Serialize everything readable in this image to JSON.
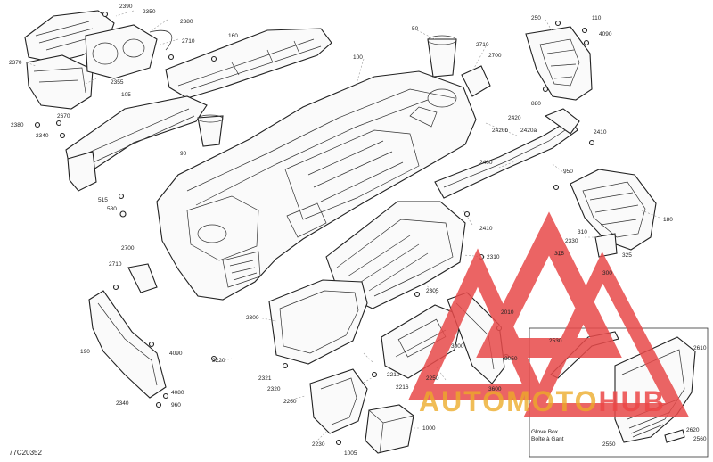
{
  "diagram": {
    "code": "77C20352",
    "inset_caption_line1": "Glove Box",
    "inset_caption_line2": "Boîte à Gant",
    "labels": [
      {
        "id": "2390",
        "text": "2390"
      },
      {
        "id": "2350",
        "text": "2350"
      },
      {
        "id": "2380",
        "text": "2380"
      },
      {
        "id": "2370",
        "text": "2370"
      },
      {
        "id": "2710a",
        "text": "2710"
      },
      {
        "id": "160",
        "text": "160"
      },
      {
        "id": "2355",
        "text": "2355"
      },
      {
        "id": "105",
        "text": "105"
      },
      {
        "id": "2380b",
        "text": "2380"
      },
      {
        "id": "2670",
        "text": "2670"
      },
      {
        "id": "2340",
        "text": "2340"
      },
      {
        "id": "90",
        "text": "90"
      },
      {
        "id": "100",
        "text": "100"
      },
      {
        "id": "50",
        "text": "50"
      },
      {
        "id": "2710b",
        "text": "2710"
      },
      {
        "id": "2700a",
        "text": "2700"
      },
      {
        "id": "250",
        "text": "250"
      },
      {
        "id": "110",
        "text": "110"
      },
      {
        "id": "4090",
        "text": "4090"
      },
      {
        "id": "880",
        "text": "880"
      },
      {
        "id": "2420",
        "text": "2420"
      },
      {
        "id": "2420b",
        "text": "2420b"
      },
      {
        "id": "2420a",
        "text": "2420a"
      },
      {
        "id": "2410a",
        "text": "2410"
      },
      {
        "id": "2400",
        "text": "2400"
      },
      {
        "id": "515",
        "text": "515"
      },
      {
        "id": "580",
        "text": "580"
      },
      {
        "id": "950",
        "text": "950"
      },
      {
        "id": "180",
        "text": "180"
      },
      {
        "id": "2410b",
        "text": "2410"
      },
      {
        "id": "2330",
        "text": "2330"
      },
      {
        "id": "310",
        "text": "310"
      },
      {
        "id": "315",
        "text": "315"
      },
      {
        "id": "325",
        "text": "325"
      },
      {
        "id": "300",
        "text": "300"
      },
      {
        "id": "2310",
        "text": "2310"
      },
      {
        "id": "2700b",
        "text": "2700"
      },
      {
        "id": "2710c",
        "text": "2710"
      },
      {
        "id": "2305",
        "text": "2305"
      },
      {
        "id": "2010",
        "text": "2010"
      },
      {
        "id": "2300",
        "text": "2300"
      },
      {
        "id": "190",
        "text": "190"
      },
      {
        "id": "4090b",
        "text": "4090"
      },
      {
        "id": "2220",
        "text": "2220"
      },
      {
        "id": "2321",
        "text": "2321"
      },
      {
        "id": "2320",
        "text": "2320"
      },
      {
        "id": "2250",
        "text": "2250"
      },
      {
        "id": "3000",
        "text": "3000"
      },
      {
        "id": "3050",
        "text": "3050"
      },
      {
        "id": "3600",
        "text": "3600"
      },
      {
        "id": "2210",
        "text": "2210"
      },
      {
        "id": "2216",
        "text": "2216"
      },
      {
        "id": "4080",
        "text": "4080"
      },
      {
        "id": "960",
        "text": "960"
      },
      {
        "id": "2340b",
        "text": "2340"
      },
      {
        "id": "2260",
        "text": "2260"
      },
      {
        "id": "1000",
        "text": "1000"
      },
      {
        "id": "2230",
        "text": "2230"
      },
      {
        "id": "1005",
        "text": "1005"
      },
      {
        "id": "2530",
        "text": "2530"
      },
      {
        "id": "2610",
        "text": "2610"
      },
      {
        "id": "2620",
        "text": "2620"
      },
      {
        "id": "2560",
        "text": "2560"
      },
      {
        "id": "2550",
        "text": "2550"
      }
    ]
  },
  "watermark": {
    "text_main": "AUTOMOTO",
    "text_hub": "HUB",
    "color_triangle": "#e84a4a",
    "color_text": "#eca028"
  }
}
